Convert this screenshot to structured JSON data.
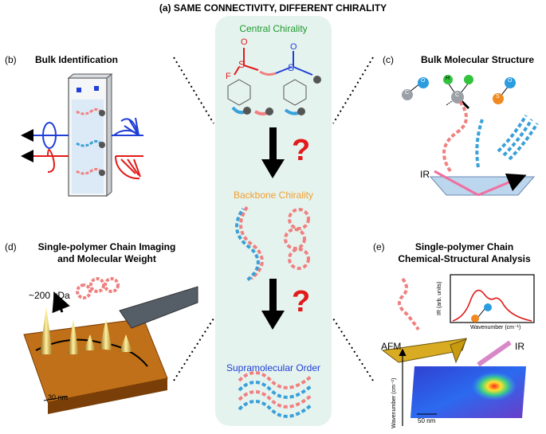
{
  "header": {
    "title": "(a)  SAME CONNECTIVITY, DIFFERENT CHIRALITY"
  },
  "panel_b": {
    "letter": "(b)",
    "title": "Bulk Identification"
  },
  "panel_c": {
    "letter": "(c)",
    "title": "Bulk Molecular Structure",
    "ir_label": "IR",
    "molecule_labels": {
      "c_atom": "C",
      "o_atom": "O",
      "h_atom": "H",
      "s_atom": "S"
    }
  },
  "panel_d": {
    "letter": "(d)",
    "title_line1": "Single-polymer Chain Imaging",
    "title_line2": "and Molecular Weight",
    "mass_label": "~200 kDa",
    "scale_label": "30 nm"
  },
  "panel_e": {
    "letter": "(e)",
    "title_line1": "Single-polymer Chain",
    "title_line2": "Chemical-Structural Analysis",
    "ylabel": "IR (arb. units)",
    "xlabel": "Wavenumber (cm⁻¹)",
    "afm_label": "AFM",
    "ir_label": "IR",
    "map_ylabel": "Wavenumber (cm⁻¹)",
    "scale_label": "50 nm"
  },
  "center": {
    "central_chirality": "Central Chirality",
    "backbone_chirality": "Backbone Chirality",
    "supramolecular_order": "Supramolecular Order",
    "question_mark": "?",
    "atoms": {
      "o": "O",
      "s": "S",
      "f": "F"
    }
  },
  "colors": {
    "green": "#1e9a2c",
    "orange": "#f0a030",
    "blue": "#1f3fd6",
    "red": "#e21a1a",
    "panel_bg": "#e5f3ef",
    "strand_pink": "#f08080",
    "strand_blue": "#3aa0d8"
  }
}
